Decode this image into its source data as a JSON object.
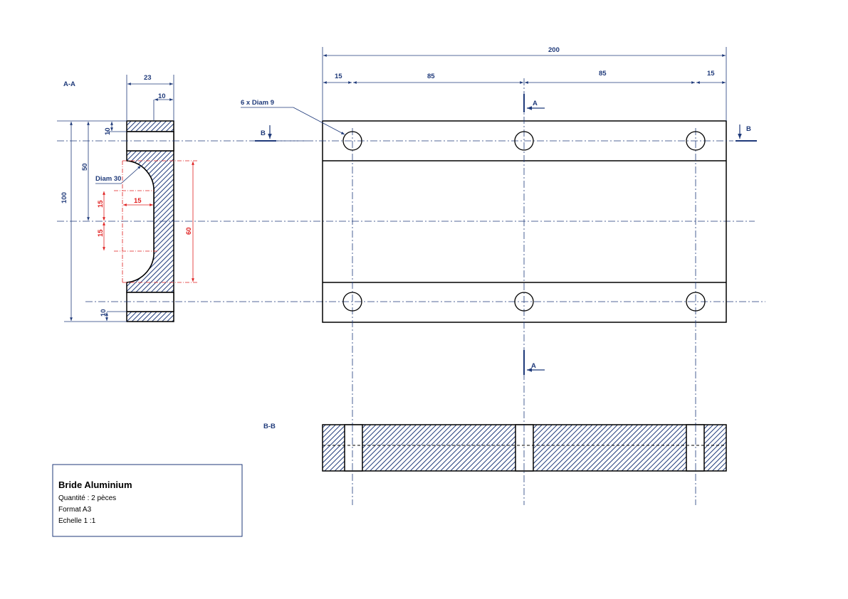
{
  "colors": {
    "outline": "#000000",
    "dimension": "#1f3a7a",
    "detail": "#e02020",
    "hatch": "#1f3a7a"
  },
  "labels": {
    "section_aa": "A-A",
    "section_bb": "B-B",
    "arrow_a": "A",
    "arrow_b": "B",
    "holes_note": "6 x Diam  9",
    "diam_note": "Diam 30"
  },
  "dimensions": {
    "overall_length": "200",
    "edge_left": "15",
    "pitch_left": "85",
    "pitch_right": "85",
    "edge_right": "15",
    "width": "23",
    "depth": "10",
    "height": "100",
    "half_height": "50",
    "top_offset": "10",
    "bottom_offset": "10",
    "groove_depth": "15",
    "groove_upper": "15",
    "groove_lower": "15",
    "groove_height": "60"
  },
  "title_block": {
    "title": "Bride Aluminium",
    "quantity": "Quantité : 2 pèces",
    "format": "Format A3",
    "scale": "Echelle 1 :1"
  }
}
